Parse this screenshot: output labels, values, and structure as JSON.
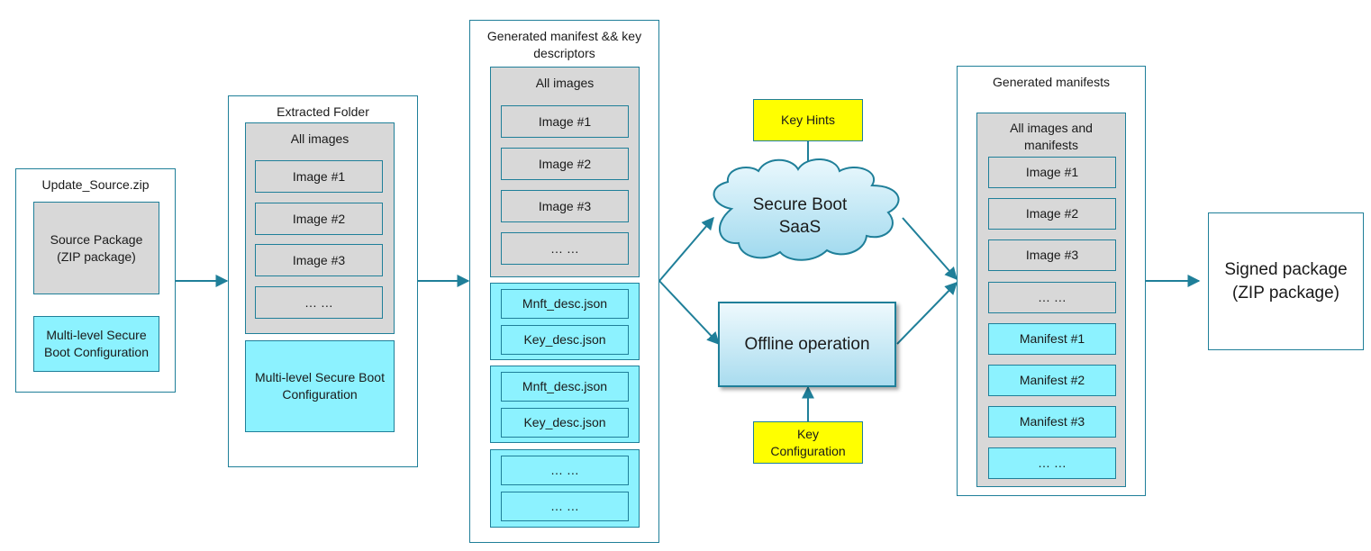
{
  "update_source": {
    "title": "Update_Source.zip",
    "source_package": "Source Package (ZIP package)",
    "config": "Multi-level Secure Boot Configuration"
  },
  "extracted": {
    "title": "Extracted Folder",
    "all_images": "All images",
    "images": [
      "Image #1",
      "Image #2",
      "Image #3",
      "… …"
    ],
    "config": "Multi-level Secure Boot Configuration"
  },
  "generated_desc": {
    "title": "Generated manifest && key descriptors",
    "all_images": "All images",
    "images": [
      "Image #1",
      "Image #2",
      "Image #3",
      "… …"
    ],
    "group1": [
      "Mnft_desc.json",
      "Key_desc.json"
    ],
    "group2": [
      "Mnft_desc.json",
      "Key_desc.json"
    ],
    "group3": [
      "… …",
      "… …"
    ]
  },
  "secure_boot": {
    "key_hints": "Key Hints",
    "cloud": "Secure Boot SaaS",
    "offline": "Offline operation",
    "key_config": "Key Configuration"
  },
  "generated_manifests": {
    "title": "Generated manifests",
    "all": "All images and manifests",
    "images": [
      "Image #1",
      "Image #2",
      "Image #3",
      "… …"
    ],
    "manifests": [
      "Manifest #1",
      "Manifest #2",
      "Manifest #3",
      "… …"
    ]
  },
  "signed": {
    "label": "Signed package (ZIP package)"
  },
  "colors": {
    "stroke": "#1f7f99",
    "gray": "#d8d8d8",
    "cyan": "#8cf2ff",
    "yellow": "#ffff00",
    "cloud": "#b8e7f7"
  }
}
